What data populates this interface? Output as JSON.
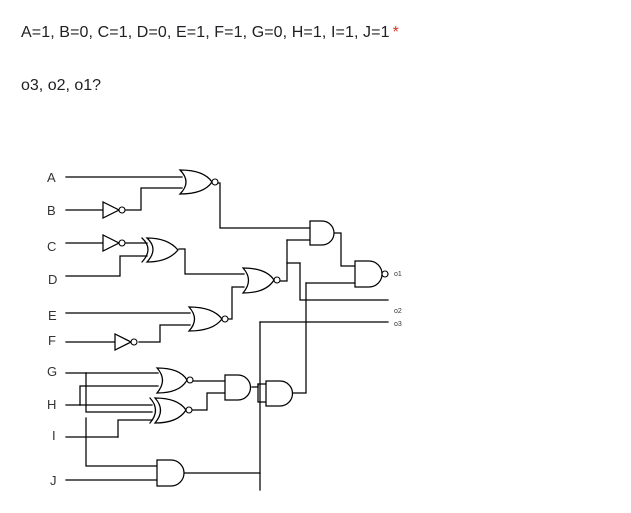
{
  "question": {
    "title": "A=1, B=0, C=1, D=0, E=1, F=1, G=0, H=1, I=1, J=1",
    "required_marker": "*",
    "required_color": "#d93025",
    "subtitle": "o3, o2, o1?"
  },
  "circuit": {
    "inputs": [
      "A",
      "B",
      "C",
      "D",
      "E",
      "F",
      "G",
      "H",
      "I",
      "J"
    ],
    "outputs": [
      "o1",
      "o2",
      "o3"
    ]
  }
}
